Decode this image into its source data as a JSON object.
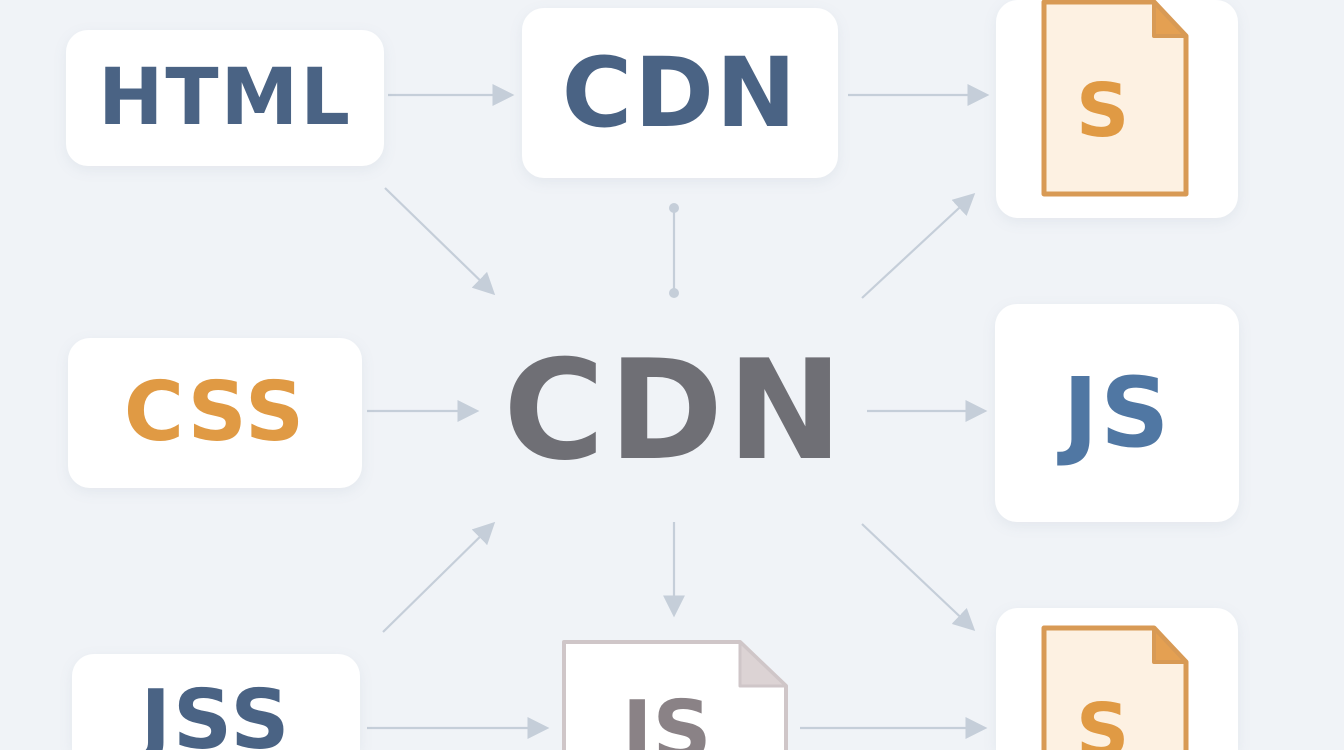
{
  "colors": {
    "background": "#f0f3f7",
    "blue": "#4a6384",
    "blue_light": "#5077a3",
    "orange": "#e09a44",
    "gray": "#6f6f75",
    "arrow": "#c5ced9",
    "doc_fill": "#fdf1e2",
    "doc_stroke": "#d89a55",
    "doc_fold": "#e4a052",
    "doc_js_stroke": "#cfc6c8"
  },
  "nodes": {
    "html": "HTML",
    "cdn_top": "CDN",
    "cdn_center": "CDN",
    "css": "CSS",
    "jss": "JSS",
    "js_right": "JS",
    "doc_top_letter": "S",
    "doc_bottom_letter": "S",
    "doc_js_letter": "JS"
  },
  "icons": {
    "doc_top": "file-icon",
    "doc_bottom": "file-icon",
    "doc_js": "file-icon"
  }
}
